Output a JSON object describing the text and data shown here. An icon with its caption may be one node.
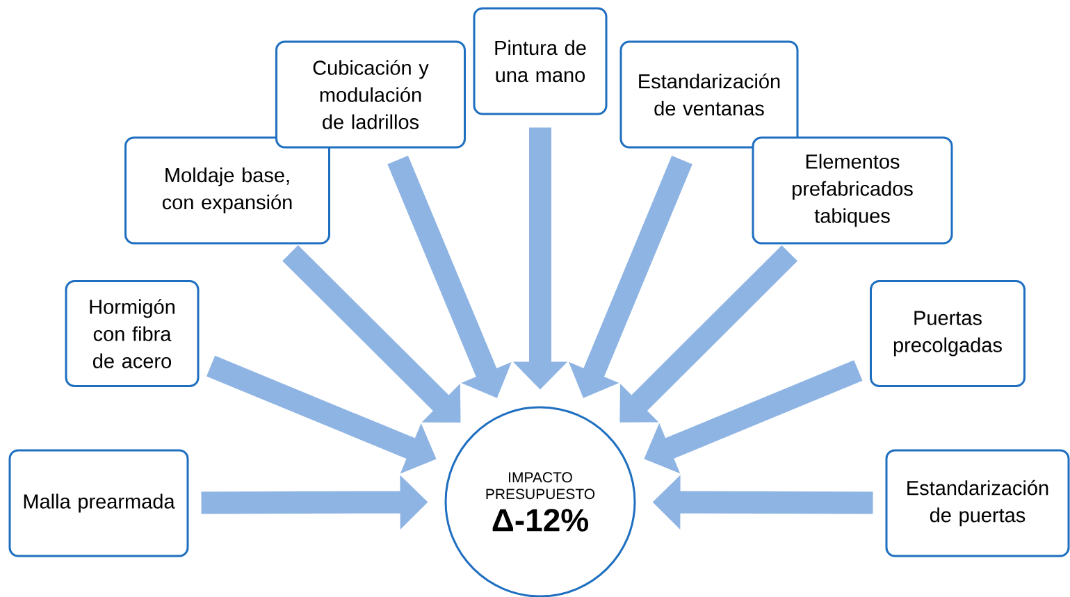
{
  "diagram": {
    "nodes": [
      {
        "text": [
          "Malla prearmada"
        ]
      },
      {
        "text": [
          "Hormigón con fibra de acero"
        ]
      },
      {
        "text": [
          "Moldaje base, con expansión"
        ]
      },
      {
        "text": [
          "Cubicación y modulación de ladrillos"
        ]
      },
      {
        "text": [
          "Pintura de una mano"
        ]
      },
      {
        "text": [
          "Estandarización de ventanas"
        ]
      },
      {
        "text": [
          "Elementos prefabricados tabiques"
        ]
      },
      {
        "text": [
          "Puertas precolgadas"
        ]
      },
      {
        "text": [
          "Estandarización de puertas"
        ]
      },
      {
        "text": [
          "IMPACTO PRESUPUESTO",
          "Δ-12%"
        ]
      }
    ],
    "edges": [
      {
        "from": 0,
        "to": 9,
        "arrow": "to"
      },
      {
        "from": 1,
        "to": 9,
        "arrow": "to"
      },
      {
        "from": 2,
        "to": 9,
        "arrow": "to"
      },
      {
        "from": 3,
        "to": 9,
        "arrow": "to"
      },
      {
        "from": 4,
        "to": 9,
        "arrow": "to"
      },
      {
        "from": 5,
        "to": 9,
        "arrow": "to"
      },
      {
        "from": 6,
        "to": 9,
        "arrow": "to"
      },
      {
        "from": 7,
        "to": 9,
        "arrow": "to"
      },
      {
        "from": 8,
        "to": 9,
        "arrow": "to"
      }
    ]
  }
}
